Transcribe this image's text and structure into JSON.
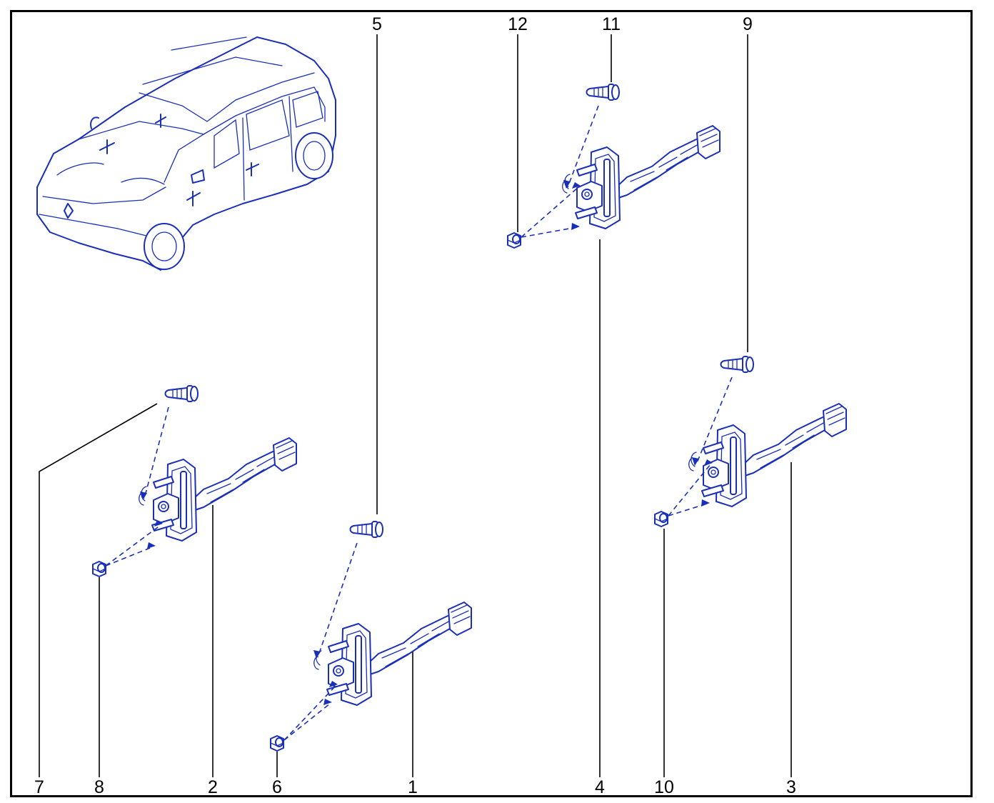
{
  "diagram": {
    "line_color": "#1a2fb8",
    "callouts": [
      {
        "id": "c5",
        "label": "5"
      },
      {
        "id": "c12",
        "label": "12"
      },
      {
        "id": "c11",
        "label": "11"
      },
      {
        "id": "c9",
        "label": "9"
      },
      {
        "id": "c7",
        "label": "7"
      },
      {
        "id": "c8",
        "label": "8"
      },
      {
        "id": "c2",
        "label": "2"
      },
      {
        "id": "c6",
        "label": "6"
      },
      {
        "id": "c1",
        "label": "1"
      },
      {
        "id": "c4",
        "label": "4"
      },
      {
        "id": "c10",
        "label": "10"
      },
      {
        "id": "c3",
        "label": "3"
      }
    ],
    "parts": [
      {
        "id": "check-strap-1",
        "icon": "door-check-strap-icon"
      },
      {
        "id": "check-strap-2",
        "icon": "door-check-strap-icon"
      },
      {
        "id": "check-strap-3",
        "icon": "door-check-strap-icon"
      },
      {
        "id": "check-strap-4",
        "icon": "door-check-strap-icon"
      },
      {
        "id": "vehicle",
        "icon": "suv-vehicle-icon"
      }
    ]
  }
}
